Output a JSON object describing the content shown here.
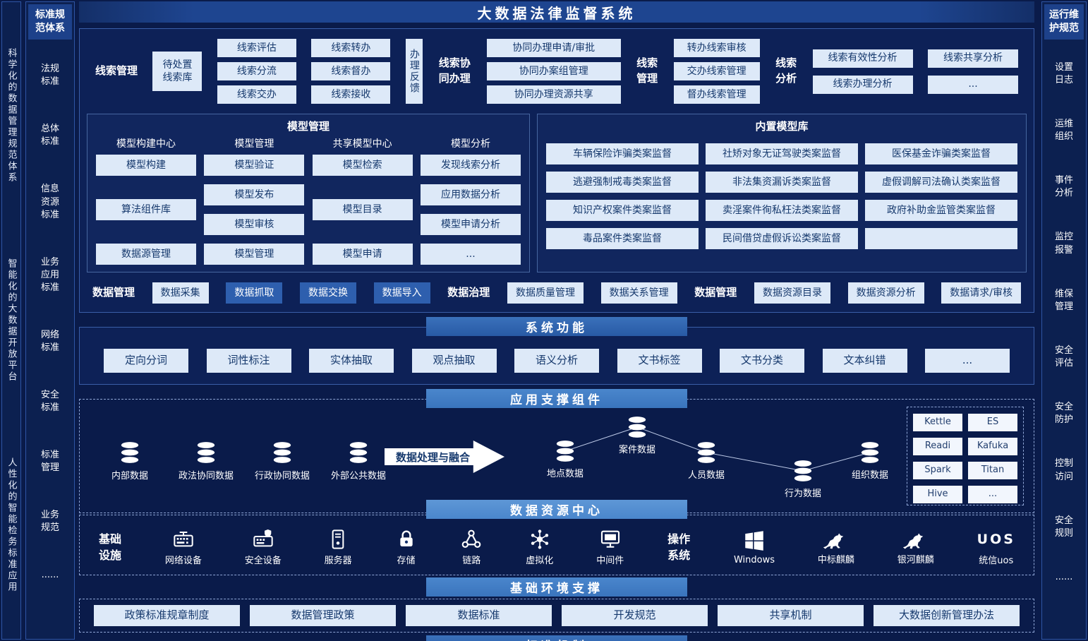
{
  "title": "大数据法律监督系统",
  "palette": {
    "background": "#0a1b4a",
    "panel": "#0d2157",
    "title_bar": "#1e4590",
    "header_mid": "#2f66b1",
    "header_light": "#4a86cc",
    "button_light_bg": "#dde9f8",
    "button_light_text": "#16396d",
    "button_dark_bg": "#2e5fae"
  },
  "left_banner": {
    "lines": [
      "科学化的数据管理规范体系",
      "智能化的大数据开放平台",
      "人性化的智能检务标准应用"
    ]
  },
  "left_sidebar": {
    "header": "标准规范体系",
    "items": [
      "法规标准",
      "总体标准",
      "信息资源标准",
      "业务应用标准",
      "网络标准",
      "安全标准",
      "标准管理",
      "业务规范",
      "......"
    ]
  },
  "right_sidebar": {
    "header": "运行维护规范",
    "items": [
      "设置日志",
      "运维组织",
      "事件分析",
      "监控报警",
      "维保管理",
      "安全评估",
      "安全防护",
      "控制访问",
      "安全规则",
      "......"
    ]
  },
  "clue": {
    "manage_label": "线索管理",
    "pending_pool": "待处置线索库",
    "eval_items": [
      "线索评估",
      "线索分流",
      "线索交办"
    ],
    "transfer_items": [
      "线索转办",
      "线索督办",
      "线索接收"
    ],
    "feedback": "办理反馈",
    "collab_label": "线索协同办理",
    "collab_items": [
      "协同办理申请/审批",
      "协同办案组管理",
      "协同办理资源共享"
    ],
    "manage2_label": "线索管理",
    "manage2_items": [
      "转办线索审核",
      "交办线索管理",
      "督办线索管理"
    ],
    "analysis_label": "线索分析",
    "analysis_items_a": [
      "线索有效性分析",
      "线索办理分析"
    ],
    "analysis_items_b": [
      "线索共享分析",
      "..."
    ]
  },
  "model_mgmt": {
    "title": "模型管理",
    "columns": [
      {
        "header": "模型构建中心",
        "items": [
          "模型构建",
          "算法组件库",
          "数据源管理"
        ]
      },
      {
        "header": "模型管理",
        "items": [
          "模型验证",
          "模型发布",
          "模型审核",
          "模型管理"
        ]
      },
      {
        "header": "共享模型中心",
        "items": [
          "模型检索",
          "模型目录",
          "模型申请"
        ]
      },
      {
        "header": "模型分析",
        "items": [
          "发现线索分析",
          "应用数据分析",
          "模型申请分析",
          "..."
        ]
      }
    ]
  },
  "model_lib": {
    "title": "内置模型库",
    "rows": [
      [
        "车辆保险诈骗类案监督",
        "社矫对象无证驾驶类案监督",
        "医保基金诈骗类案监督"
      ],
      [
        "逃避强制戒毒类案监督",
        "非法集资漏诉类案监督",
        "虚假调解司法确认类案监督"
      ],
      [
        "知识产权案件类案监督",
        "卖淫案件徇私枉法类案监督",
        "政府补助金监管类案监督"
      ],
      [
        "毒品案件类案监督",
        "民间借贷虚假诉讼类案监督",
        ""
      ]
    ]
  },
  "data_mgmt": {
    "label1": "数据管理",
    "collect": "数据采集",
    "dark_items": [
      "数据抓取",
      "数据交换",
      "数据导入"
    ],
    "label2": "数据治理",
    "governance_items": [
      "数据质量管理",
      "数据关系管理"
    ],
    "label3": "数据管理",
    "resource_items": [
      "数据资源目录",
      "数据资源分析",
      "数据请求/审核"
    ]
  },
  "system_functions": {
    "header": "系统功能",
    "items": [
      "定向分词",
      "词性标注",
      "实体抽取",
      "观点抽取",
      "语义分析",
      "文书标签",
      "文书分类",
      "文本纠错",
      "..."
    ]
  },
  "app_support": {
    "header": "应用支撑组件",
    "sources": [
      "内部数据",
      "政法协同数据",
      "行政协同数据",
      "外部公共数据"
    ],
    "arrow_label": "数据处理与融合",
    "nodes": [
      "地点数据",
      "案件数据",
      "人员数据",
      "行为数据",
      "组织数据"
    ],
    "tools": [
      "Kettle",
      "ES",
      "Readi",
      "Kafuka",
      "Spark",
      "Titan",
      "Hive",
      "..."
    ]
  },
  "data_center": {
    "header": "数据资源中心"
  },
  "infrastructure": {
    "label": "基础设施",
    "items": [
      "网络设备",
      "安全设备",
      "服务器",
      "存储",
      "链路",
      "虚拟化",
      "中间件"
    ],
    "os_label": "操作系统",
    "os_items": [
      "Windows",
      "中标麒麟",
      "银河麒麟",
      "统信uos"
    ],
    "uos_text": "UOS"
  },
  "base_env": {
    "header": "基础环境支撑"
  },
  "policies": {
    "items": [
      "政策标准规章制度",
      "数据管理政策",
      "数据标准",
      "开发规范",
      "共享机制",
      "大数据创新管理办法"
    ]
  },
  "standard_mechanism": {
    "header": "标准机制"
  }
}
